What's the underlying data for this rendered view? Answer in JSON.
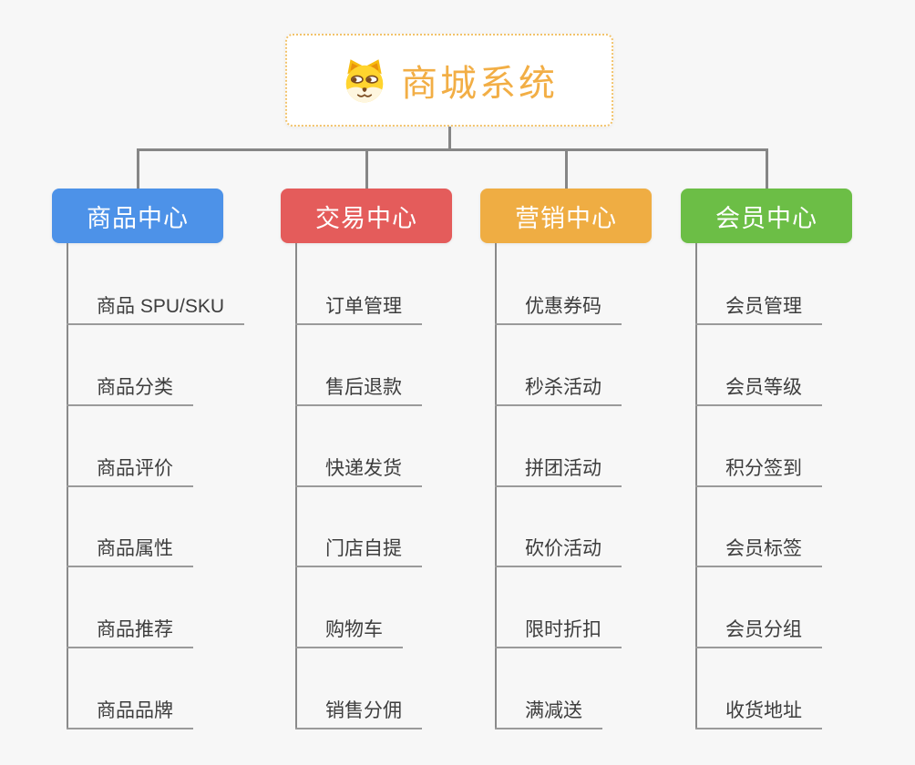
{
  "page": {
    "background_color": "#f7f7f7",
    "connector_color": "#868686",
    "underline_color": "#9a9a9a"
  },
  "mindmap": {
    "root": {
      "title": "商城系统",
      "icon": "dog-face-icon",
      "text_color": "#f2ae45",
      "border_color": "#f2c36b"
    },
    "branches": [
      {
        "label": "商品中心",
        "color": "#4d92e8",
        "children": [
          "商品 SPU/SKU",
          "商品分类",
          "商品评价",
          "商品属性",
          "商品推荐",
          "商品品牌"
        ]
      },
      {
        "label": "交易中心",
        "color": "#e45c5b",
        "children": [
          "订单管理",
          "售后退款",
          "快递发货",
          "门店自提",
          "购物车",
          "销售分佣"
        ]
      },
      {
        "label": "营销中心",
        "color": "#efad43",
        "children": [
          "优惠券码",
          "秒杀活动",
          "拼团活动",
          "砍价活动",
          "限时折扣",
          "满减送"
        ]
      },
      {
        "label": "会员中心",
        "color": "#6cbe46",
        "children": [
          "会员管理",
          "会员等级",
          "积分签到",
          "会员标签",
          "会员分组",
          "收货地址"
        ]
      }
    ]
  }
}
